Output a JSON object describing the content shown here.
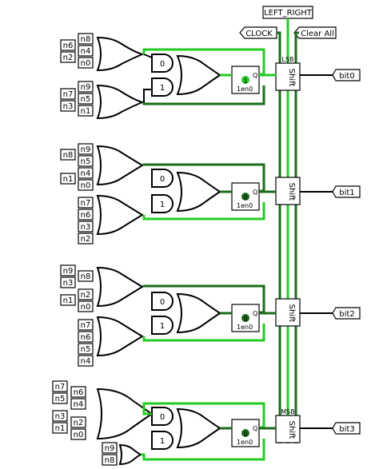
{
  "colors": {
    "wire_active": "#22cc22",
    "wire_idle": "#1a6b1a",
    "ink": "#000000"
  },
  "top_pins": {
    "left_right": "LEFT_RIGHT",
    "clock": "CLOCK",
    "clear_all": "Clear All"
  },
  "shift_label": "Shift",
  "lsb_label": "LSB",
  "msb_label": "MSB",
  "ff": {
    "q": "Q",
    "en": "en",
    "en0": "1en0"
  },
  "mux": {
    "in0": "0",
    "in1": "1"
  },
  "stages": [
    {
      "output": "bit0",
      "ff_value": "1",
      "left_tunnels_a": [
        "n6",
        "n2"
      ],
      "pins_a": [
        "n8",
        "n4",
        "n0"
      ],
      "left_tunnels_b": [
        "n7",
        "n3"
      ],
      "pins_b": [
        "n9",
        "n5",
        "n1"
      ]
    },
    {
      "output": "bit1",
      "ff_value": "0",
      "left_tunnels_a": [
        "n8",
        "n1"
      ],
      "pins_a": [
        "n9",
        "n5",
        "n4",
        "n0"
      ],
      "left_tunnels_b": [
        "n7",
        "n6",
        "n3",
        "n2"
      ],
      "pins_b": []
    },
    {
      "output": "bit2",
      "ff_value": "0",
      "left_tunnels_a": [
        "n9",
        "n3",
        "n1"
      ],
      "pins_a": [
        "n8",
        "n2",
        "n0"
      ],
      "left_tunnels_b": [
        "n7",
        "n6",
        "n5",
        "n4"
      ],
      "pins_b": []
    },
    {
      "output": "bit3",
      "ff_value": "0",
      "left_tunnels_a": [
        "n7",
        "n5",
        "n3",
        "n1"
      ],
      "pins_a": [
        "n6",
        "n4",
        "n2",
        "n0"
      ],
      "left_tunnels_b": [
        "n9",
        "n8"
      ],
      "pins_b": []
    }
  ]
}
